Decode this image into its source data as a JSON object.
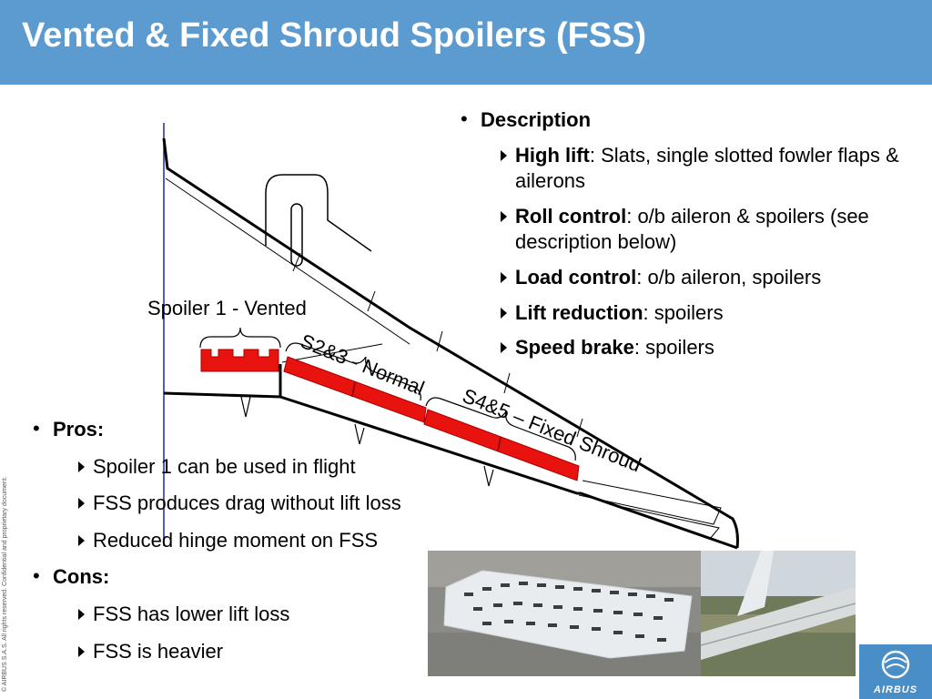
{
  "title": "Vented & Fixed Shroud Spoilers (FSS)",
  "description": {
    "heading": "Description",
    "items": [
      {
        "label": "High lift",
        "text": ": Slats, single slotted fowler flaps & ailerons"
      },
      {
        "label": "Roll control",
        "text": ": o/b aileron & spoilers (see description below)"
      },
      {
        "label": "Load control",
        "text": ": o/b aileron, spoilers"
      },
      {
        "label": "Lift reduction",
        "text": ": spoilers"
      },
      {
        "label": "Speed brake",
        "text": ": spoilers"
      }
    ]
  },
  "pros": {
    "heading": "Pros:",
    "items": [
      "Spoiler 1 can be used in flight",
      "FSS produces drag without lift loss",
      "Reduced hinge moment on FSS"
    ]
  },
  "cons": {
    "heading": "Cons:",
    "items": [
      "FSS has lower lift loss",
      "FSS is heavier"
    ]
  },
  "diagram": {
    "label_spoiler1": "Spoiler 1 - Vented",
    "label_s23": "S2&3 - Normal",
    "label_s45": "S4&5 – Fixed Shroud"
  },
  "colors": {
    "title_bar": "#5b9bcf",
    "spoiler_red": "#e8120f",
    "logo_blue": "#4a8ec7"
  },
  "copyright": "© AIRBUS S.A.S. All rights reserved. Confidential and proprietary document.",
  "logo_text": "AIRBUS"
}
